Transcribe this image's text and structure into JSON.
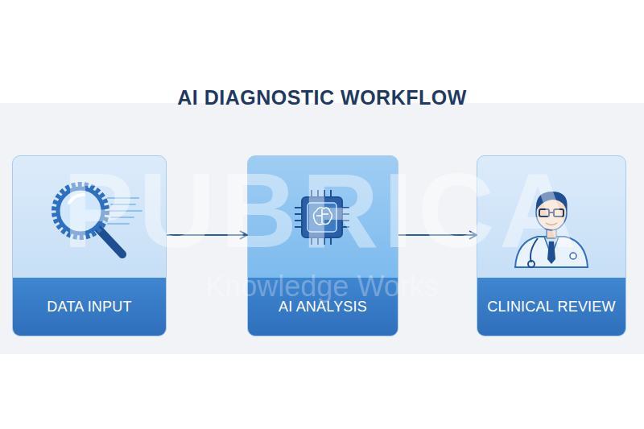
{
  "diagram": {
    "title": "AI DIAGNOSTIC WORKFLOW",
    "nodes": [
      {
        "text": [
          "DATA INPUT"
        ]
      },
      {
        "text": [
          "AI ANALYSIS"
        ]
      },
      {
        "text": [
          "CLINICAL REVIEW"
        ]
      }
    ],
    "edges": [
      {
        "from": 0,
        "to": 1,
        "arrow": "to"
      },
      {
        "from": 1,
        "to": 2,
        "arrow": "to"
      }
    ],
    "labels": [
      "PUBRICA",
      "Knowledge Works"
    ]
  }
}
